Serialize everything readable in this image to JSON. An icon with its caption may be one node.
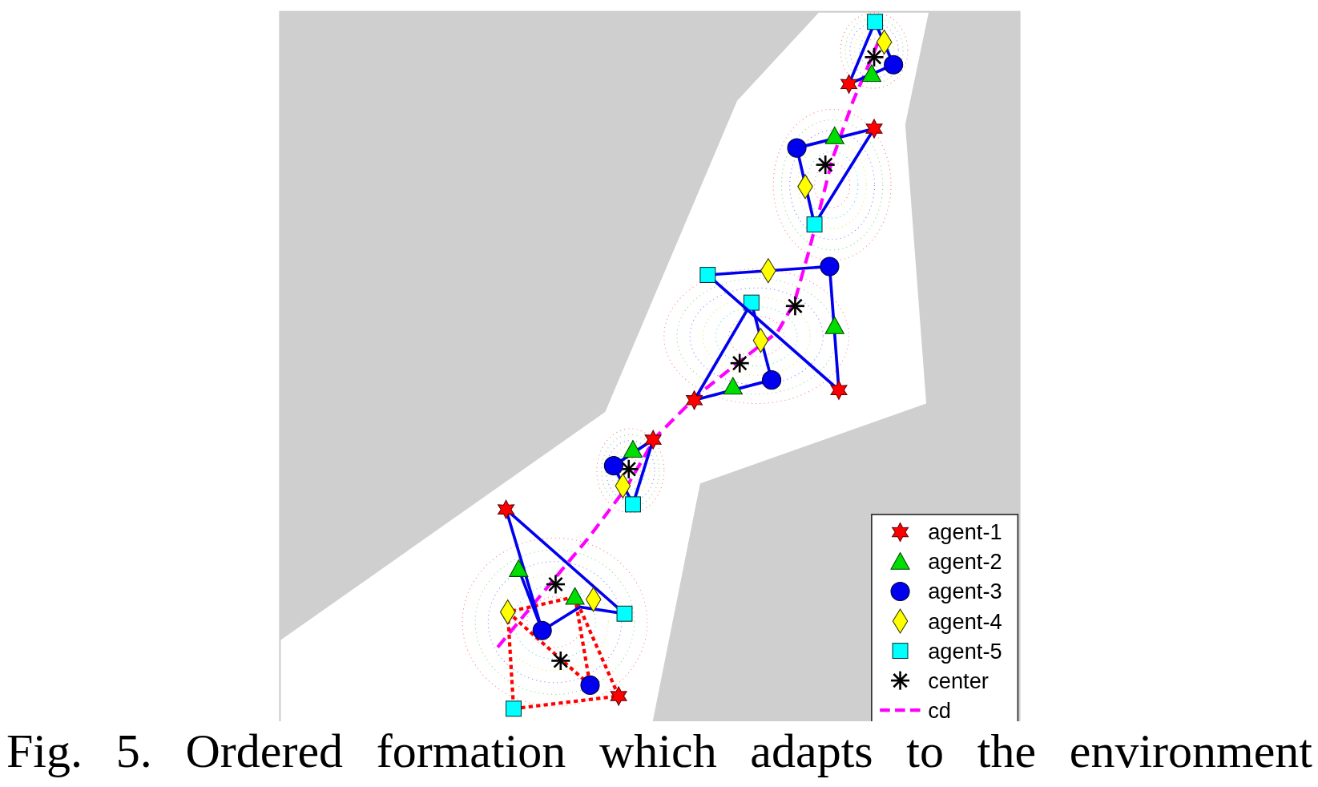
{
  "diagram": {
    "caption": "Fig. 5. Ordered formation which adapts to the environment",
    "legend": [
      {
        "text": "agent-1"
      },
      {
        "text": "agent-2"
      },
      {
        "text": "agent-3"
      },
      {
        "text": "agent-4"
      },
      {
        "text": "agent-5"
      },
      {
        "text": "center"
      },
      {
        "text": "cd"
      }
    ]
  }
}
